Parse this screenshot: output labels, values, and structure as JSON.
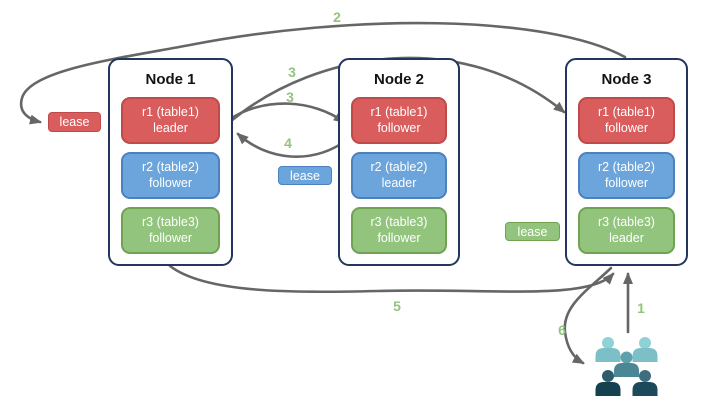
{
  "colors": {
    "red_fill": "#D95D5D",
    "red_border": "#C04A4A",
    "blue_fill": "#6CA5DB",
    "blue_border": "#4D80BE",
    "green_fill": "#92C47D",
    "green_border": "#6FA351",
    "node_border": "#24355E",
    "node_title": "#141414",
    "arrow": "#666666",
    "step_label": "#93C47D",
    "box_text": "#FFFFFF"
  },
  "nodes": [
    {
      "title": "Node 1",
      "replicas": [
        {
          "range": "r1 (table1)",
          "role": "leader",
          "color": "red"
        },
        {
          "range": "r2 (table2)",
          "role": "follower",
          "color": "blue"
        },
        {
          "range": "r3 (table3)",
          "role": "follower",
          "color": "green"
        }
      ]
    },
    {
      "title": "Node 2",
      "replicas": [
        {
          "range": "r1 (table1)",
          "role": "follower",
          "color": "red"
        },
        {
          "range": "r2 (table2)",
          "role": "leader",
          "color": "blue"
        },
        {
          "range": "r3 (table3)",
          "role": "follower",
          "color": "green"
        }
      ]
    },
    {
      "title": "Node 3",
      "replicas": [
        {
          "range": "r1 (table1)",
          "role": "follower",
          "color": "red"
        },
        {
          "range": "r2 (table2)",
          "role": "follower",
          "color": "blue"
        },
        {
          "range": "r3 (table3)",
          "role": "leader",
          "color": "green"
        }
      ]
    }
  ],
  "leases": [
    {
      "label": "lease",
      "color": "red"
    },
    {
      "label": "lease",
      "color": "blue"
    },
    {
      "label": "lease",
      "color": "green"
    }
  ],
  "steps": [
    {
      "num": "1"
    },
    {
      "num": "2"
    },
    {
      "num": "3"
    },
    {
      "num": "3"
    },
    {
      "num": "4"
    },
    {
      "num": "5"
    },
    {
      "num": "6"
    }
  ],
  "users_icon": {
    "label": "clients-group",
    "palette": {
      "light_head": "#8FD2D6",
      "light_body": "#7CBFC6",
      "mid_head": "#5EA0AC",
      "mid_body": "#4A8694",
      "dark1_head": "#2E5C6B",
      "dark1_body": "#15404F",
      "dark2_head": "#3E6E7E",
      "dark2_body": "#1D4A5A"
    }
  }
}
